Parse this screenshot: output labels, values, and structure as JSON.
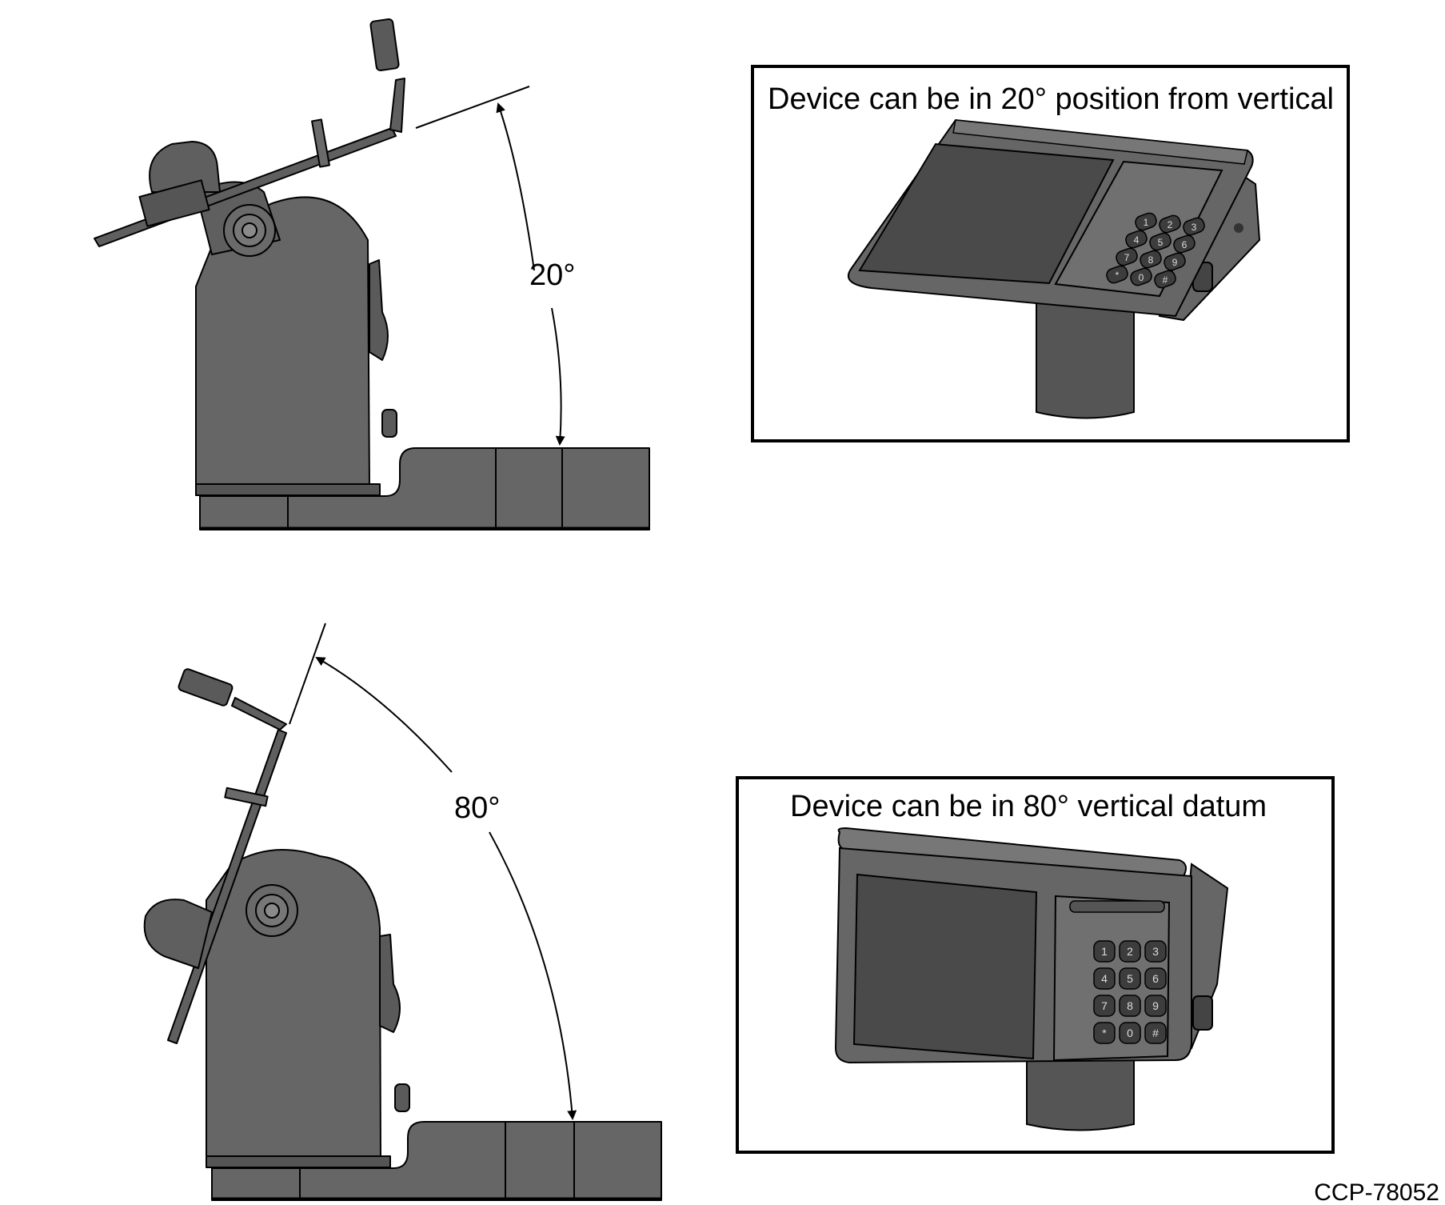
{
  "diagrams": {
    "top": {
      "angle_label": "20°",
      "inset_caption": "Device can be in 20° position from vertical"
    },
    "bottom": {
      "angle_label": "80°",
      "inset_caption": "Device can be in 80° vertical datum"
    }
  },
  "figure_id": "CCP-78052",
  "keypad_legends": [
    "1",
    "2",
    "3",
    "4",
    "5",
    "6",
    "7",
    "8",
    "9",
    "*",
    "0",
    "#"
  ],
  "colors": {
    "body": "#666666",
    "body_dark": "#4d4d4d",
    "screen": "#4a4a4a",
    "outline": "#000000",
    "frame": "#000000",
    "background": "#ffffff"
  }
}
